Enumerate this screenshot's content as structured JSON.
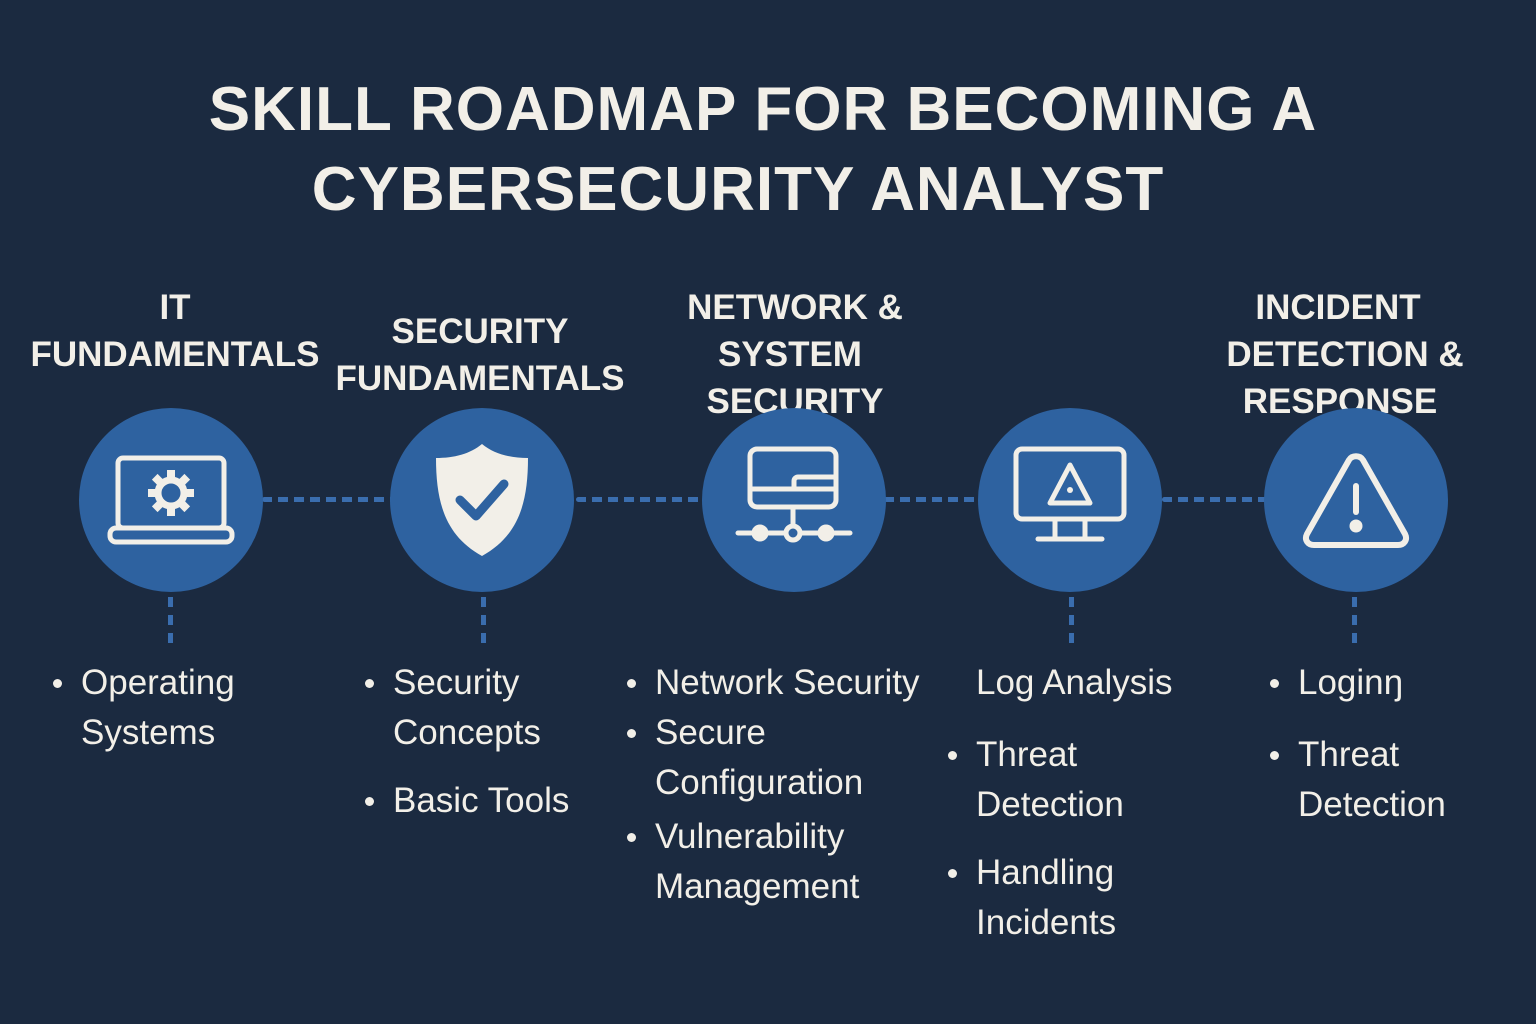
{
  "title": {
    "line1": "SKILL ROADMAP FOR BECOMING A",
    "line2": "CYBERSECURITY ANALYST"
  },
  "colors": {
    "background": "#1b2a40",
    "circle": "#2e62a0",
    "connector": "#3a6dae",
    "text": "#f2efe8"
  },
  "stages": [
    {
      "title_lines": [
        "IT",
        "FUNDAMENTALS"
      ],
      "icon": "laptop-gear-icon",
      "items": [
        {
          "text": "Operating Systems",
          "bullet": true
        }
      ]
    },
    {
      "title_lines": [
        "SECURITY",
        "FUNDAMENTALS"
      ],
      "icon": "shield-check-icon",
      "items": [
        {
          "text": "Security Concepts",
          "bullet": true
        },
        {
          "text": "Basic Tools",
          "bullet": true
        }
      ]
    },
    {
      "title_lines": [
        "NETWORK &",
        "SYSTEM",
        "SECURITY"
      ],
      "icon": "network-server-icon",
      "items": [
        {
          "text": "Network Security",
          "bullet": true
        },
        {
          "text": "Secure Configuration",
          "bullet": true
        },
        {
          "text": "Vulnerability Management",
          "bullet": true
        }
      ]
    },
    {
      "title_lines": [],
      "icon": "monitor-alert-icon",
      "items": [
        {
          "text": "Log Analysis",
          "bullet": false
        },
        {
          "text": "Threat Detection",
          "bullet": true
        },
        {
          "text": "Handling Incidents",
          "bullet": true
        }
      ]
    },
    {
      "title_lines": [
        "INCIDENT",
        "DETECTION &",
        "RESPONSE"
      ],
      "icon": "warning-triangle-icon",
      "items": [
        {
          "text": "Loginŋ",
          "bullet": true
        },
        {
          "text": "Threat Detection",
          "bullet": true
        }
      ]
    }
  ]
}
